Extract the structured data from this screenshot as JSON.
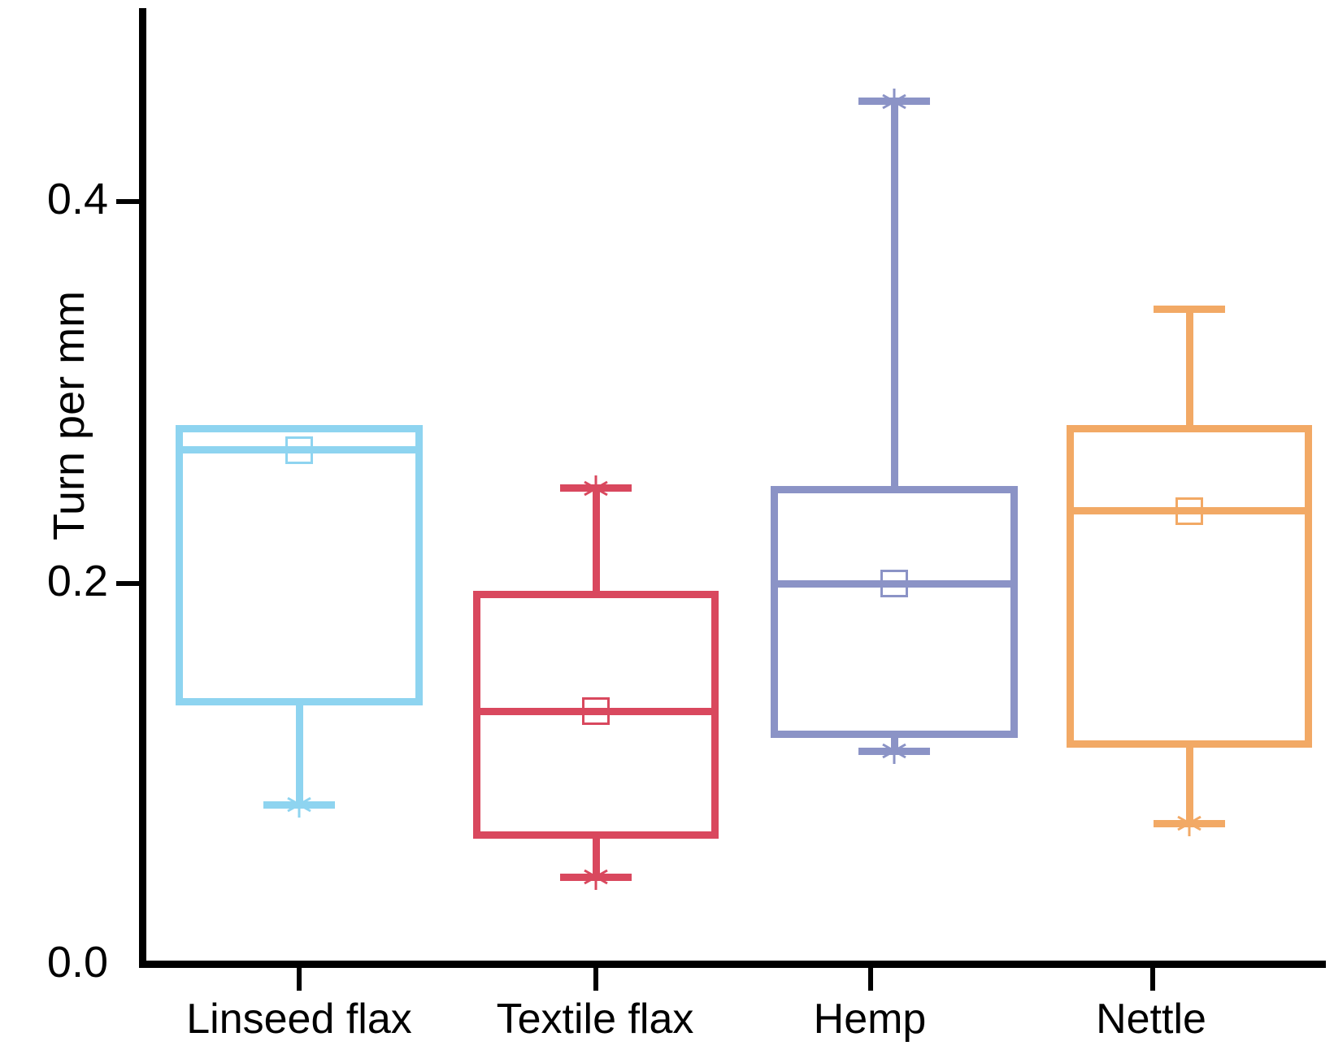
{
  "chart_data": {
    "type": "box",
    "title": "",
    "xlabel": "",
    "ylabel": "Turn per mm",
    "ylim": [
      0.0,
      0.49
    ],
    "y_ticks": [
      "0.0",
      "0.2",
      "0.4"
    ],
    "y_tick_values": [
      0.0,
      0.2,
      0.4
    ],
    "grid": false,
    "legend": "none",
    "categories": [
      "Linseed flax",
      "Textile flax",
      "Hemp",
      "Nettle"
    ],
    "series": [
      {
        "name": "Linseed flax",
        "color": "#8ed4f0",
        "q3": 0.283,
        "median": 0.27,
        "q1": 0.136,
        "whisker_high": 0.283,
        "whisker_low": 0.084,
        "mean": 0.27,
        "has_upper_whisker": false,
        "has_lower_whisker": true,
        "upper_marker": "none",
        "lower_marker": "star"
      },
      {
        "name": "Textile flax",
        "color": "#d9485e",
        "q3": 0.196,
        "median": 0.133,
        "q1": 0.066,
        "whisker_high": 0.25,
        "whisker_low": 0.046,
        "mean": 0.133,
        "has_upper_whisker": true,
        "has_lower_whisker": true,
        "upper_marker": "star",
        "lower_marker": "star"
      },
      {
        "name": "Hemp",
        "color": "#8b93c6",
        "q3": 0.251,
        "median": 0.2,
        "q1": 0.119,
        "whisker_high": 0.453,
        "whisker_low": 0.112,
        "mean": 0.2,
        "has_upper_whisker": true,
        "has_lower_whisker": true,
        "upper_marker": "star",
        "lower_marker": "star"
      },
      {
        "name": "Nettle",
        "color": "#f2a965",
        "q3": 0.283,
        "median": 0.238,
        "q1": 0.114,
        "whisker_high": 0.344,
        "whisker_low": 0.074,
        "mean": 0.238,
        "has_upper_whisker": true,
        "has_lower_whisker": true,
        "upper_marker": "cap",
        "lower_marker": "star"
      }
    ]
  },
  "axes": {
    "y_label": "Turn per mm",
    "y_ticks": [
      "0.4",
      "0.2",
      "0.0"
    ]
  },
  "x_labels": [
    "Linseed flax",
    "Textile flax",
    "Hemp",
    "Nettle"
  ]
}
